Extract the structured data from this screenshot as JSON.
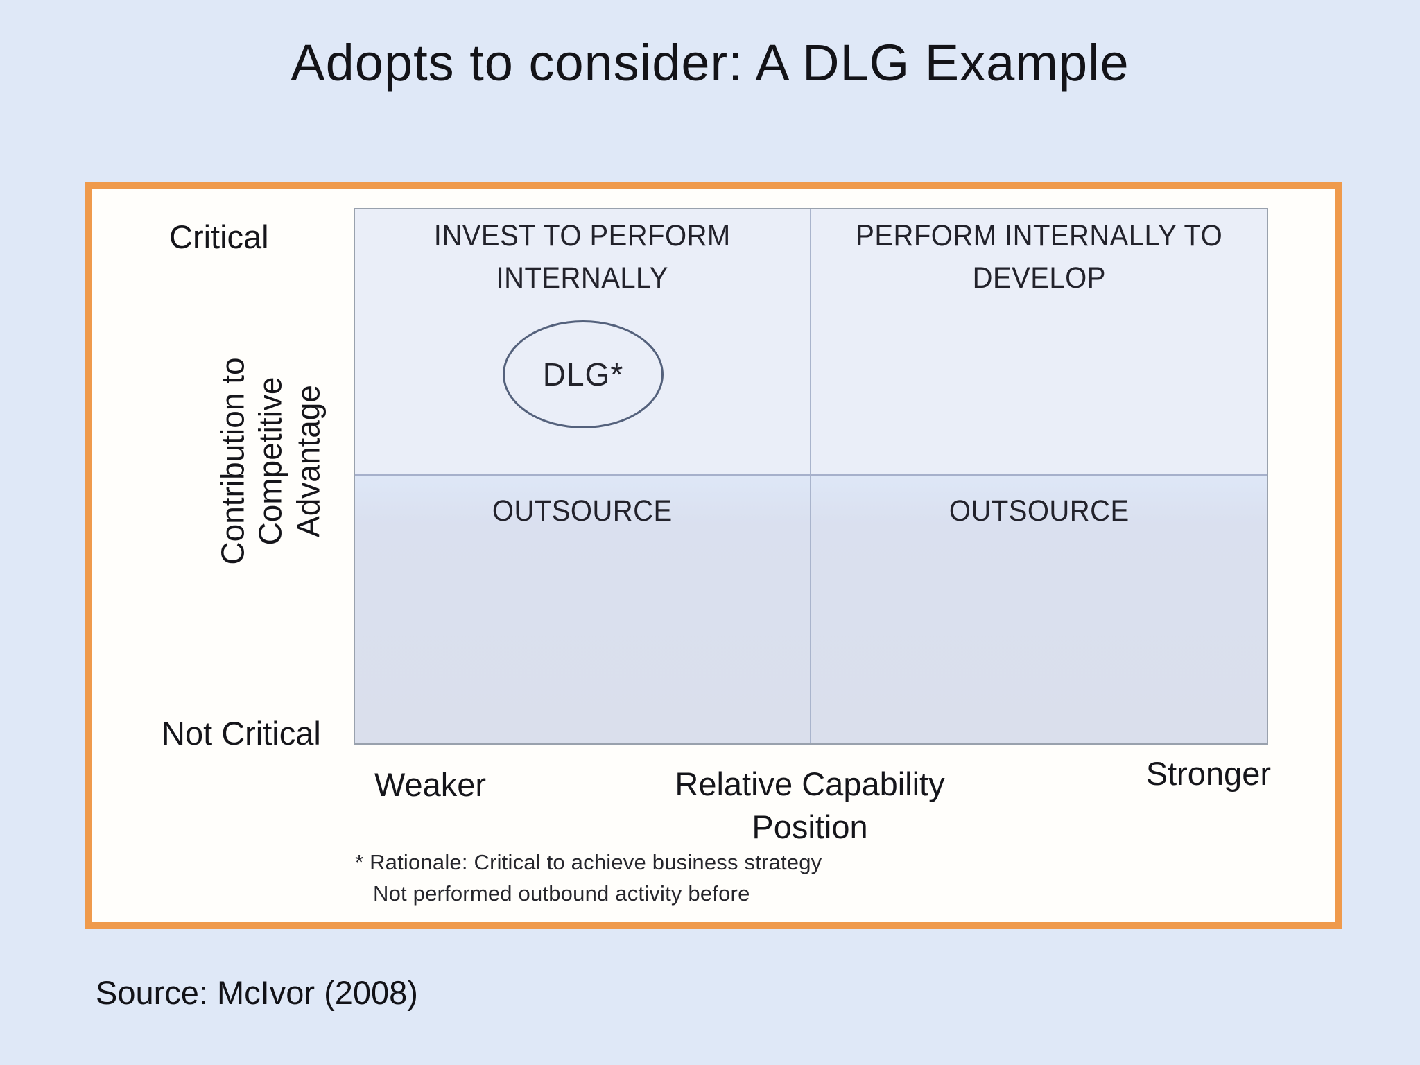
{
  "title": "Adopts to consider: A DLG Example",
  "source_note": "Source: McIvor (2008)",
  "diagram": {
    "y_axis": {
      "title_lines": [
        "Contribution to",
        "Competitive",
        "Advantage"
      ],
      "top_tick": "Critical",
      "bottom_tick": "Not Critical"
    },
    "x_axis": {
      "title_lines": [
        "Relative Capability",
        "Position"
      ],
      "left_tick": "Weaker",
      "right_tick": "Stronger"
    },
    "quadrants": {
      "top_left_lines": [
        "INVEST TO PERFORM",
        "INTERNALLY"
      ],
      "top_right_lines": [
        "PERFORM INTERNALLY TO",
        "DEVELOP"
      ],
      "bottom_left": "OUTSOURCE",
      "bottom_right": "OUTSOURCE"
    },
    "bubble_label": "DLG*",
    "footnote_lines": [
      "* Rationale: Critical to achieve business strategy",
      "Not performed outbound activity before"
    ]
  },
  "colors": {
    "page_background": "#dfe8f7",
    "panel_background": "#fffefb",
    "panel_border": "#ef9a4c",
    "matrix_border": "#99a1ad",
    "quadrant_top_fill": "#eaeef8",
    "quadrant_bottom_fill": "#dadfec",
    "divider_line": "#a6b0cb",
    "bubble_border": "#54617c",
    "text": "#15151a"
  }
}
